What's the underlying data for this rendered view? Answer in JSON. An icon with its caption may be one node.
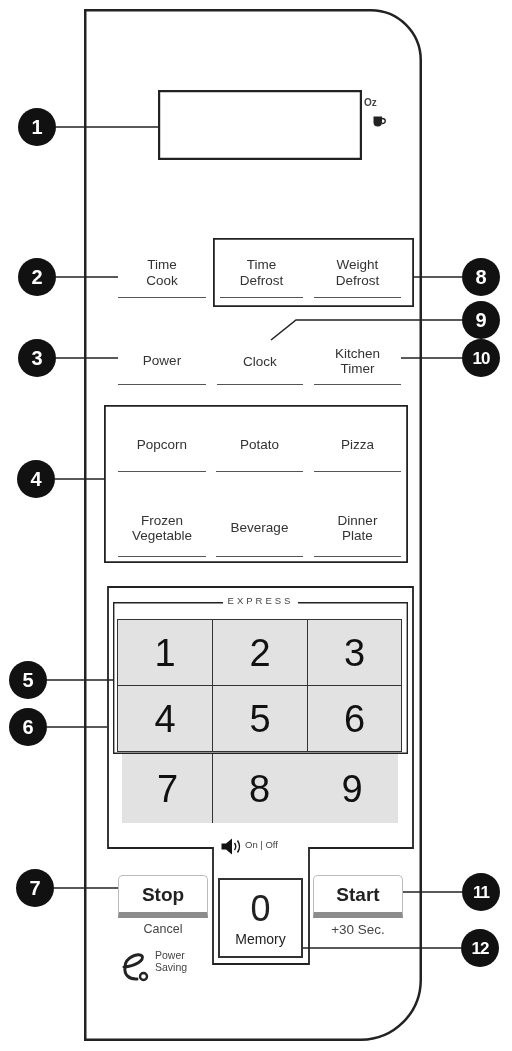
{
  "diagram": {
    "nodes": [
      {
        "text": [],
        "shape": "box"
      },
      {
        "text": [
          "1"
        ]
      },
      {
        "text": [],
        "shape": "box",
        "in": 0,
        "beside": [
          "Oz"
        ]
      },
      {
        "text": [
          "2"
        ]
      },
      {
        "text": [
          "Time Cook"
        ],
        "in": 0
      },
      {
        "text": [],
        "shape": "box",
        "in": 0
      },
      {
        "text": [
          "Time Defrost"
        ],
        "in": 5
      },
      {
        "text": [
          "Weight Defrost"
        ],
        "in": 5
      },
      {
        "text": [
          "8"
        ]
      },
      {
        "text": [
          "9"
        ]
      },
      {
        "text": [
          "3"
        ]
      },
      {
        "text": [
          "Power"
        ],
        "in": 0
      },
      {
        "text": [
          "Clock"
        ],
        "in": 0
      },
      {
        "text": [
          "Kitchen Timer"
        ],
        "in": 0
      },
      {
        "text": [
          "10"
        ]
      },
      {
        "text": [
          "4"
        ]
      },
      {
        "text": [],
        "shape": "box",
        "in": 0
      },
      {
        "text": [
          "Popcorn"
        ],
        "in": 16
      },
      {
        "text": [
          "Potato"
        ],
        "in": 16
      },
      {
        "text": [
          "Pizza"
        ],
        "in": 16
      },
      {
        "text": [
          "Frozen Vegetable"
        ],
        "in": 16
      },
      {
        "text": [
          "Beverage"
        ],
        "in": 16
      },
      {
        "text": [
          "Dinner Plate"
        ],
        "in": 16
      },
      {
        "text": [],
        "shape": "box",
        "in": 0
      },
      {
        "text": [
          "EXPRESS"
        ],
        "in": 23
      },
      {
        "text": [
          "1"
        ],
        "in": 24
      },
      {
        "text": [
          "2"
        ],
        "in": 24
      },
      {
        "text": [
          "3"
        ],
        "in": 24
      },
      {
        "text": [
          "4"
        ],
        "in": 24
      },
      {
        "text": [
          "5"
        ],
        "in": 24
      },
      {
        "text": [
          "6"
        ],
        "in": 24
      },
      {
        "text": [
          "5"
        ]
      },
      {
        "text": [
          "6"
        ]
      },
      {
        "text": [
          "7"
        ],
        "in": 23
      },
      {
        "text": [
          "8"
        ],
        "in": 23
      },
      {
        "text": [
          "9"
        ],
        "in": 23
      },
      {
        "text": [
          "7"
        ]
      },
      {
        "text": [
          "Stop"
        ],
        "in": 0,
        "beside": [
          "Cancel"
        ]
      },
      {
        "text": [
          "0",
          "Memory"
        ],
        "in": 23
      },
      {
        "text": [
          "Start"
        ],
        "in": 0,
        "beside": [
          "+30 Sec."
        ]
      },
      {
        "text": [
          "11"
        ]
      },
      {
        "text": [
          "12"
        ]
      }
    ],
    "edges": [
      {
        "from": 1,
        "to": 2,
        "arrow": "none"
      },
      {
        "from": 3,
        "to": 4,
        "arrow": "none"
      },
      {
        "from": 10,
        "to": 11,
        "arrow": "none"
      },
      {
        "from": 15,
        "to": 16,
        "arrow": "none"
      },
      {
        "from": 31,
        "to": 24,
        "arrow": "none"
      },
      {
        "from": 32,
        "to": 23,
        "arrow": "none"
      },
      {
        "from": 36,
        "to": 37,
        "arrow": "none"
      },
      {
        "from": 8,
        "to": 5,
        "arrow": "none"
      },
      {
        "from": 9,
        "to": 12,
        "arrow": "none"
      },
      {
        "from": 14,
        "to": 13,
        "arrow": "none"
      },
      {
        "from": 40,
        "to": 39,
        "arrow": "none"
      },
      {
        "from": 41,
        "to": 38,
        "arrow": "none"
      }
    ],
    "labels": [
      "On | Off",
      "Power Saving"
    ]
  }
}
